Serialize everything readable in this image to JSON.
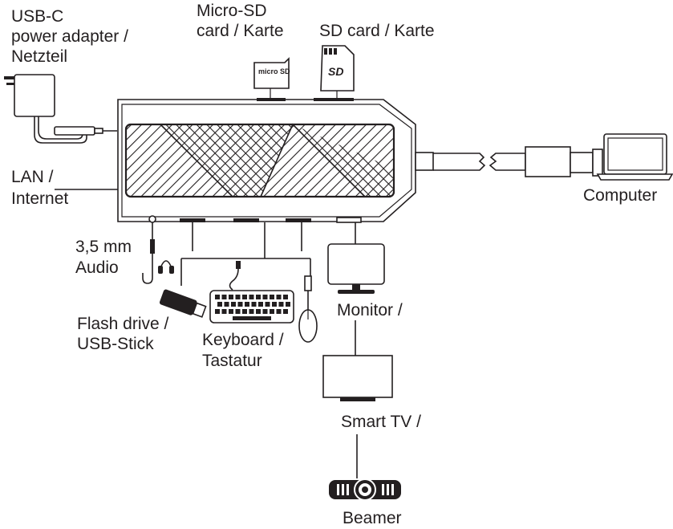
{
  "labels": {
    "usbc": [
      "USB-C",
      "power adapter /",
      "Netzteil"
    ],
    "microsd": [
      "Micro-SD",
      "card / Karte"
    ],
    "sd": "SD card / Karte",
    "lan": [
      "LAN /",
      "Internet"
    ],
    "computer": "Computer",
    "audio": [
      "3,5 mm",
      "Audio"
    ],
    "flash": [
      "Flash drive /",
      "USB-Stick"
    ],
    "keyboard": [
      "Keyboard /",
      "Tastatur"
    ],
    "monitor": "Monitor /",
    "smarttv": "Smart TV /",
    "beamer": "Beamer"
  },
  "card_marks": {
    "microsd_logo": "micro SD",
    "sd_logo": "SD"
  },
  "icons": [
    "power-adapter-icon",
    "micro-sd-card-icon",
    "sd-card-icon",
    "usb-c-hub-icon",
    "laptop-icon",
    "headphones-icon",
    "flash-drive-icon",
    "keyboard-icon",
    "mouse-icon",
    "monitor-icon",
    "tv-icon",
    "projector-icon"
  ]
}
